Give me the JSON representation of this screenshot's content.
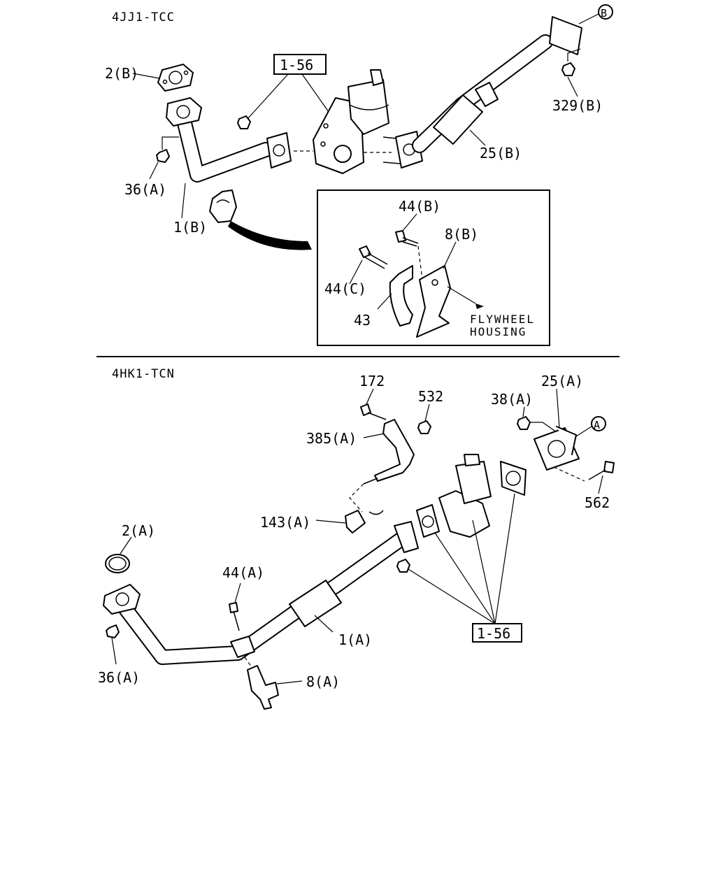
{
  "sections": [
    {
      "title": "4JJ1-TCC"
    },
    {
      "title": "4HK1-TCN"
    }
  ],
  "callouts": {
    "top_b_circle": "B",
    "bot_a_circle": "A",
    "p_1_56_top": "1-56",
    "p_1_56_bot": "1-56",
    "p_2b": "2(B)",
    "p_36a_top": "36(A)",
    "p_1b": "1(B)",
    "p_329b": "329(B)",
    "p_25b": "25(B)",
    "p_44b": "44(B)",
    "p_8b": "8(B)",
    "p_44c": "44(C)",
    "p_43": "43",
    "note_line1": "FLYWHEEL",
    "note_line2": "HOUSING",
    "p_172": "172",
    "p_532": "532",
    "p_385a": "385(A)",
    "p_38a": "38(A)",
    "p_25a": "25(A)",
    "p_143a": "143(A)",
    "p_562": "562",
    "p_2a": "2(A)",
    "p_44a": "44(A)",
    "p_1a": "1(A)",
    "p_36a_bot": "36(A)",
    "p_8a": "8(A)"
  }
}
